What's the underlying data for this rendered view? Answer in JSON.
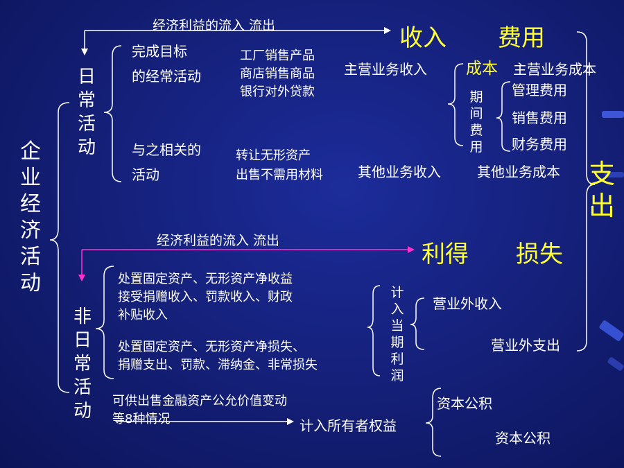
{
  "root": "企业经济活动",
  "daily": {
    "label": "日常活动",
    "arrow_text": "经济利益的流入 流出",
    "revenue": "收入",
    "expense": "费用",
    "branch1": {
      "line1": "完成目标",
      "line2": "的经常活动"
    },
    "examples": [
      "工厂销售产品",
      "商店销售商品",
      "银行对外贷款"
    ],
    "main_revenue": "主营业务收入",
    "cost": "成本",
    "main_cost": "主营业务成本",
    "period_expense": "期间费用",
    "period_items": [
      "管理费用",
      "销售费用",
      "财务费用"
    ],
    "branch2": {
      "line1": "与之相关的",
      "line2": "活动"
    },
    "examples2": [
      "转让无形资产",
      "出售不需用材料"
    ],
    "other_revenue": "其他业务收入",
    "other_cost": "其他业务成本"
  },
  "outflow_label": "支出",
  "non_daily": {
    "label": "非日常活动",
    "arrow_text": "经济利益的流入 流出",
    "gain": "利得",
    "loss": "损失",
    "gain_items": [
      "处置固定资产、无形资产净收益",
      "接受捐赠收入、罚款收入、财政",
      "补贴收入"
    ],
    "loss_items": [
      "处置固定资产、无形资产净损失、",
      "捐赠支出、罚款、滞纳金、非常损失"
    ],
    "profit_label": "计入当期利润",
    "non_op_income": "营业外收入",
    "non_op_expense": "营业外支出",
    "equity_source": [
      "可供出售金融资产公允价值变动",
      "等8种情况"
    ],
    "equity_label": "计入所有者权益",
    "capital_reserve_1": "资本公积",
    "capital_reserve_2": "资本公积"
  },
  "colors": {
    "background": "#15217c",
    "text": "#ffffff",
    "highlight": "#ffff33",
    "arrow_top": "#ffffff",
    "arrow_bottom": "#ff33cc"
  }
}
